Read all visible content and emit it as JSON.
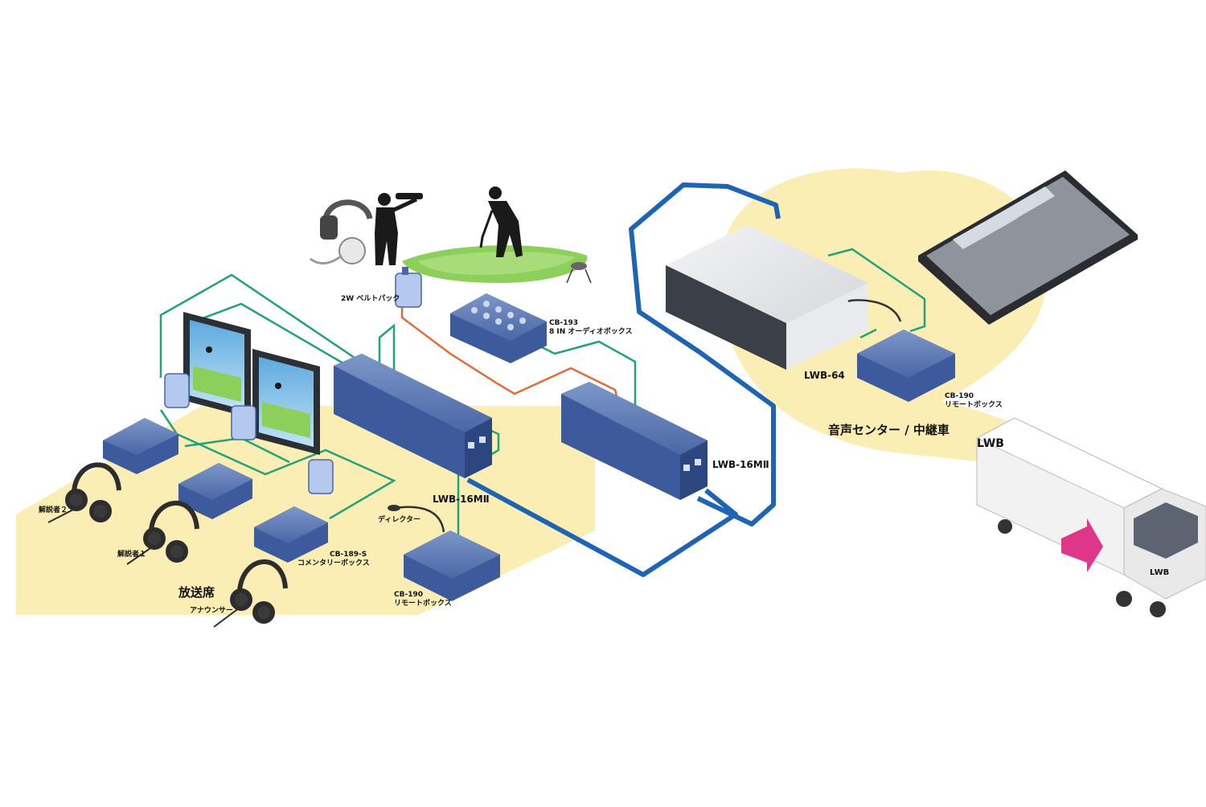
{
  "labels": {
    "belt_pack": "2W ベルトパック",
    "cb193_model": "CB-193",
    "cb193_name": "8 IN オーディオボックス",
    "lwb64": "LWB-64",
    "cb190_right_model": "CB-190",
    "cb190_right_name": "リモートボックス",
    "sound_center": "音声センター / 中継車",
    "lwb16_center": "LWB-16MⅡ",
    "lwb16_left": "LWB-16MⅡ",
    "director": "ディレクター",
    "cb190_left_model": "CB-190",
    "cb190_left_name": "リモートボックス",
    "cb189_model": "CB-189-S",
    "cb189_name": "コメンタリーボックス",
    "commentator2": "解説者２",
    "commentator1": "解説者１",
    "announcer": "アナウンサー",
    "broadcast_booth": "放送席",
    "truck_logo_side": "LWB",
    "truck_logo_front": "LWB"
  },
  "colors": {
    "booth_area": "#fbeeb4",
    "sound_center_area": "#fbeeb4",
    "fiber_line": "#1f63b3",
    "green_line": "#23a27a",
    "orange_line": "#e56a3a",
    "device_blue": "#3c5a9c",
    "truck_accent": "#e0368a",
    "turf": "#8ccf5a"
  }
}
